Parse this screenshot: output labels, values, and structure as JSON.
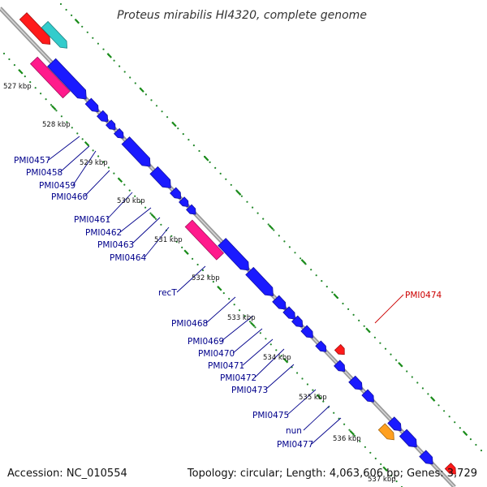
{
  "title": "Proteus mirabilis HI4320, complete genome",
  "footer": {
    "accession": "Accession: NC_010554",
    "topology": "Topology: circular; Length: 4,063,606 bp; Genes: 3,729"
  },
  "colors": {
    "cds": "#1a1aff",
    "rrna": "#ff1a8c",
    "trna": "#e8f000",
    "red_feature": "#ff1a1a",
    "cyan_feature": "#33cccc",
    "orange_feature": "#ffa020",
    "backbone": "#999999",
    "tick": "#1a8c1a",
    "label_default": "#00008b",
    "label_highlight": "#cc0000"
  },
  "kbp_ticks": [
    {
      "id": "t527",
      "label": "527 kbp"
    },
    {
      "id": "t528",
      "label": "528 kbp"
    },
    {
      "id": "t529",
      "label": "529 kbp"
    },
    {
      "id": "t530",
      "label": "530 kbp"
    },
    {
      "id": "t531",
      "label": "531 kbp"
    },
    {
      "id": "t532",
      "label": "532 kbp"
    },
    {
      "id": "t533",
      "label": "533 kbp"
    },
    {
      "id": "t534",
      "label": "534 kbp"
    },
    {
      "id": "t535",
      "label": "535 kbp"
    },
    {
      "id": "t536",
      "label": "536 kbp"
    },
    {
      "id": "t537",
      "label": "537 kbp"
    }
  ],
  "gene_labels": [
    {
      "id": "g0457",
      "label": "PMI0457",
      "color": "#00008b"
    },
    {
      "id": "g0458",
      "label": "PMI0458",
      "color": "#00008b"
    },
    {
      "id": "g0459",
      "label": "PMI0459",
      "color": "#00008b"
    },
    {
      "id": "g0460",
      "label": "PMI0460",
      "color": "#00008b"
    },
    {
      "id": "g0461",
      "label": "PMI0461",
      "color": "#00008b"
    },
    {
      "id": "g0462",
      "label": "PMI0462",
      "color": "#00008b"
    },
    {
      "id": "g0463",
      "label": "PMI0463",
      "color": "#00008b"
    },
    {
      "id": "g0464",
      "label": "PMI0464",
      "color": "#00008b"
    },
    {
      "id": "grecT",
      "label": "recT",
      "color": "#00008b"
    },
    {
      "id": "g0468",
      "label": "PMI0468",
      "color": "#00008b"
    },
    {
      "id": "g0469",
      "label": "PMI0469",
      "color": "#00008b"
    },
    {
      "id": "g0470",
      "label": "PMI0470",
      "color": "#00008b"
    },
    {
      "id": "g0471",
      "label": "PMI0471",
      "color": "#00008b"
    },
    {
      "id": "g0472",
      "label": "PMI0472",
      "color": "#00008b"
    },
    {
      "id": "g0473",
      "label": "PMI0473",
      "color": "#00008b"
    },
    {
      "id": "g0475",
      "label": "PMI0475",
      "color": "#00008b"
    },
    {
      "id": "gnun",
      "label": "nun",
      "color": "#00008b"
    },
    {
      "id": "g0477",
      "label": "PMI0477",
      "color": "#00008b"
    },
    {
      "id": "g0474",
      "label": "PMI0474",
      "color": "#cc0000"
    }
  ]
}
